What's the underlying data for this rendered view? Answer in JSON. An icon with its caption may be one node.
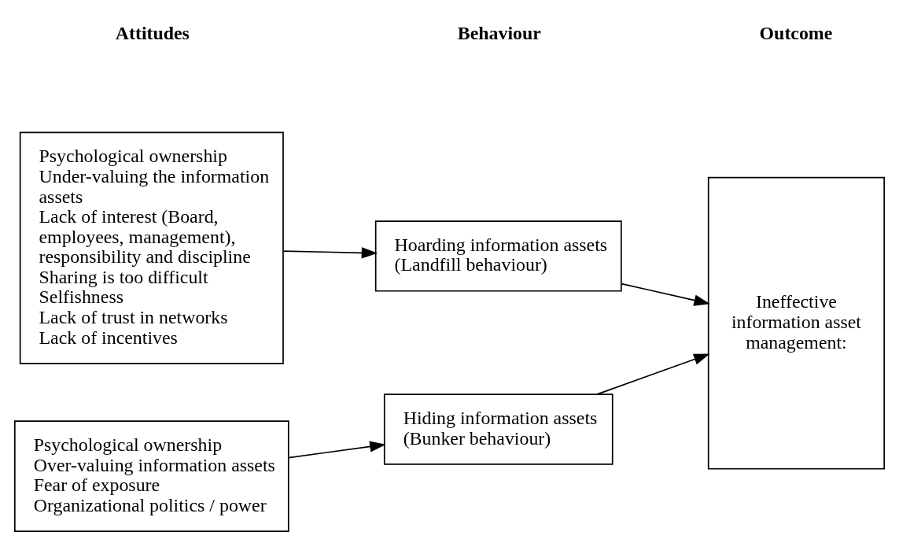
{
  "diagram": {
    "nodes": [
      {
        "text": [
          "Psychological ownership",
          "Under-valuing the information assets",
          "Lack of interest (Board, employees, management), responsibility and discipline",
          "Sharing is too difficult",
          "Selfishness",
          "Lack of trust in networks",
          "Lack of incentives"
        ]
      },
      {
        "text": [
          "Hoarding information assets",
          "(Landfill behaviour)"
        ]
      },
      {
        "text": [
          "Psychological ownership",
          "Over-valuing information assets",
          "Fear of exposure",
          "Organizational politics / power"
        ]
      },
      {
        "text": [
          "Hiding information assets",
          "(Bunker behaviour)"
        ]
      },
      {
        "text": [
          "Ineffective information asset management:"
        ]
      }
    ],
    "edges": [
      {
        "from": 0,
        "to": 1,
        "arrow": "to"
      },
      {
        "from": 1,
        "to": 4,
        "arrow": "to"
      },
      {
        "from": 2,
        "to": 3,
        "arrow": "to"
      },
      {
        "from": 3,
        "to": 4,
        "arrow": "to"
      }
    ],
    "labels": [
      "Attitudes",
      "Behaviour",
      "Outcome"
    ]
  }
}
